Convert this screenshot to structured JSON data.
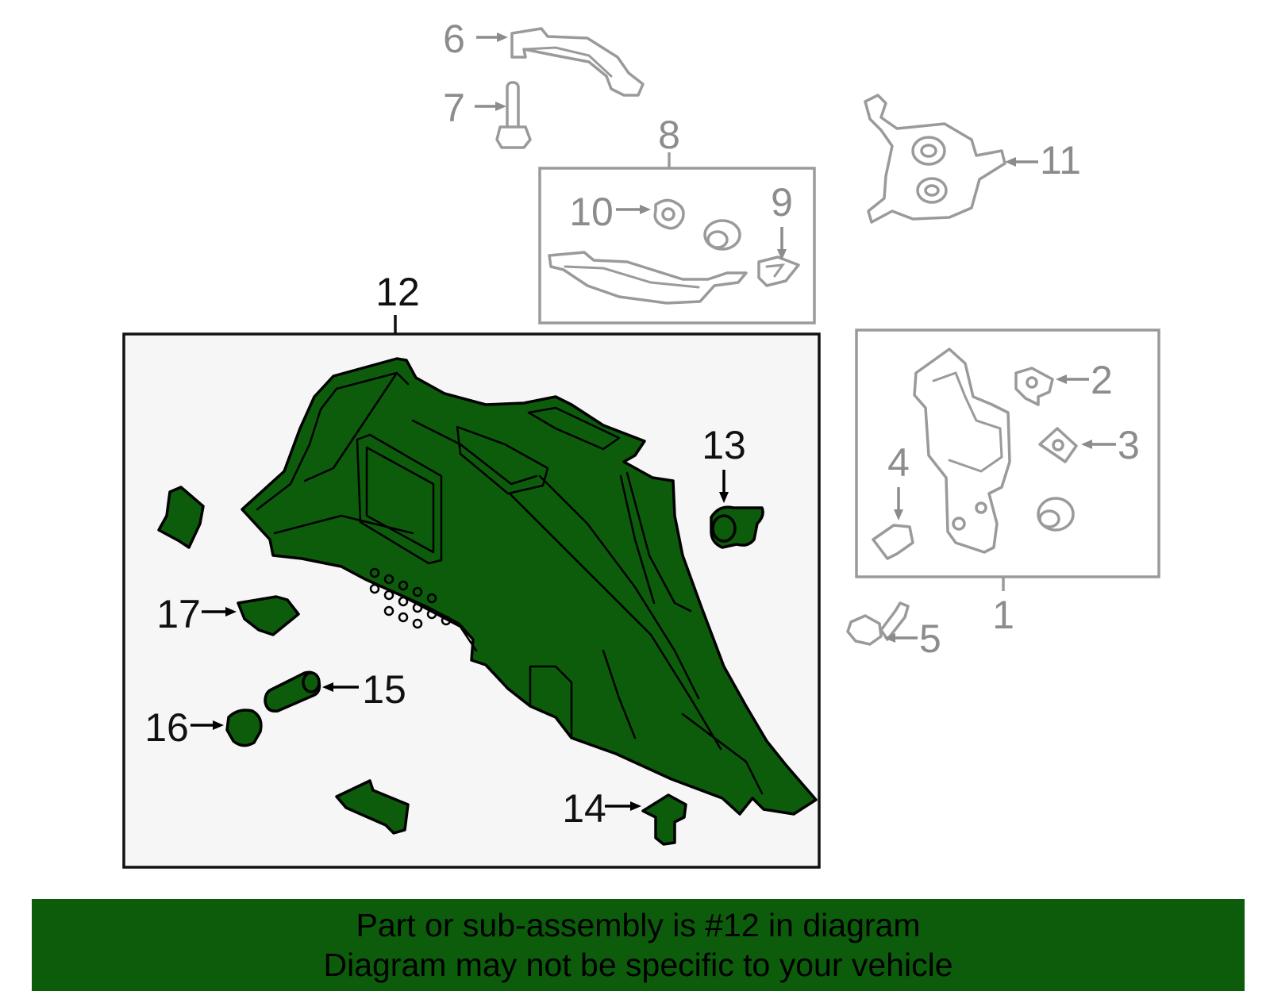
{
  "diagram": {
    "callouts": [
      "1",
      "2",
      "3",
      "4",
      "5",
      "6",
      "7",
      "8",
      "9",
      "10",
      "11",
      "12",
      "13",
      "14",
      "15",
      "16",
      "17"
    ],
    "highlight_color": "#0c5c0c",
    "secondary_color": "#8c8c8c"
  },
  "banner": {
    "line1": "Part or sub-assembly is #12 in diagram",
    "line2": "Diagram may not be specific to your vehicle",
    "background": "#0c5c0c"
  }
}
